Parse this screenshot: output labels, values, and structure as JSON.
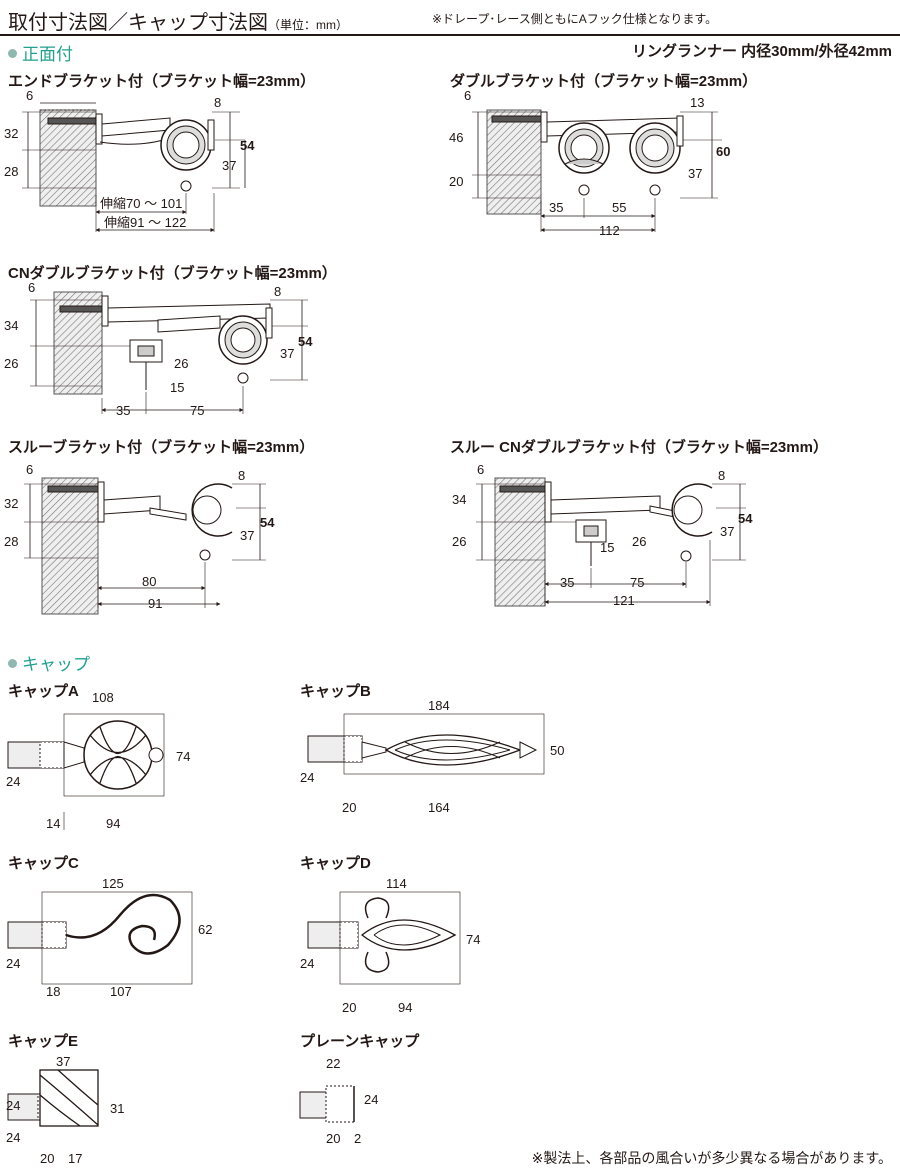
{
  "header": {
    "title": "取付寸法図／キャップ寸法図",
    "unit": "（単位：mm）",
    "note": "※ドレープ･レース側ともにAフック仕様となります。"
  },
  "section_front": "正面付",
  "runner": "リングランナー 内径30mm/外径42mm",
  "section_cap": "キャップ",
  "footnote": "※製法上、各部品の風合いが多少異なる場合があります。",
  "d1": {
    "label": "エンドブラケット付（ブラケット幅=23mm）",
    "d6": "6",
    "d8": "8",
    "d32": "32",
    "d28": "28",
    "d54": "54",
    "d37": "37",
    "ext1": "伸縮70 ～ 101",
    "ext2": "伸縮91 ～ 122"
  },
  "d2": {
    "label": "ダブルブラケット付（ブラケット幅=23mm）",
    "d6": "6",
    "d13": "13",
    "d46": "46",
    "d20": "20",
    "d60": "60",
    "d37": "37",
    "d35": "35",
    "d55": "55",
    "d112": "112"
  },
  "d3": {
    "label": "CNダブルブラケット付（ブラケット幅=23mm）",
    "d6": "6",
    "d8": "8",
    "d34": "34",
    "d26": "26",
    "d26b": "26",
    "d15": "15",
    "d54": "54",
    "d37": "37",
    "d35": "35",
    "d75": "75"
  },
  "d4": {
    "label": "スルーブラケット付（ブラケット幅=23mm）",
    "d6": "6",
    "d8": "8",
    "d32": "32",
    "d28": "28",
    "d54": "54",
    "d37": "37",
    "d80": "80",
    "d91": "91"
  },
  "d5": {
    "label": "スルー CNダブルブラケット付（ブラケット幅=23mm）",
    "d6": "6",
    "d8": "8",
    "d34": "34",
    "d26": "26",
    "d26b": "26",
    "d15": "15",
    "d54": "54",
    "d37": "37",
    "d35": "35",
    "d75": "75",
    "d121": "121"
  },
  "capA": {
    "label": "キャップA",
    "w": "108",
    "h": "74",
    "d24": "24",
    "d14": "14",
    "d94": "94"
  },
  "capB": {
    "label": "キャップB",
    "w": "184",
    "h": "50",
    "d24": "24",
    "d20": "20",
    "d164": "164"
  },
  "capC": {
    "label": "キャップC",
    "w": "125",
    "h": "62",
    "d24": "24",
    "d18": "18",
    "d107": "107"
  },
  "capD": {
    "label": "キャップD",
    "w": "114",
    "h": "74",
    "d24": "24",
    "d20": "20",
    "d94": "94"
  },
  "capE": {
    "label": "キャップE",
    "w": "37",
    "h": "31",
    "d24": "24",
    "d20": "20",
    "d17": "17"
  },
  "capP": {
    "label": "プレーンキャップ",
    "w": "22",
    "h": "24",
    "d20": "20",
    "d2": "2"
  },
  "colors": {
    "accent": "#21a08e",
    "text": "#231815"
  }
}
